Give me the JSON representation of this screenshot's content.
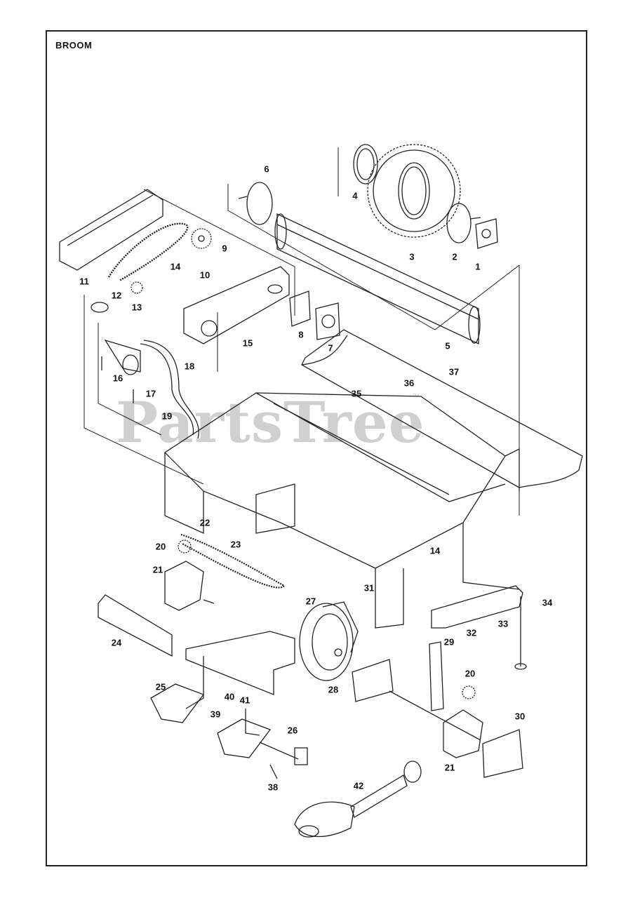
{
  "title": "BROOM",
  "watermark": "PartsTree",
  "watermark_tm": "™",
  "callouts": [
    {
      "id": "c1",
      "text": "1"
    },
    {
      "id": "c2",
      "text": "2"
    },
    {
      "id": "c3",
      "text": "3"
    },
    {
      "id": "c4",
      "text": "4"
    },
    {
      "id": "c5",
      "text": "5"
    },
    {
      "id": "c6",
      "text": "6"
    },
    {
      "id": "c7",
      "text": "7"
    },
    {
      "id": "c8",
      "text": "8"
    },
    {
      "id": "c9",
      "text": "9"
    },
    {
      "id": "c10",
      "text": "10"
    },
    {
      "id": "c11",
      "text": "11"
    },
    {
      "id": "c12",
      "text": "12"
    },
    {
      "id": "c13",
      "text": "13"
    },
    {
      "id": "c14a",
      "text": "14"
    },
    {
      "id": "c14b",
      "text": "14"
    },
    {
      "id": "c15",
      "text": "15"
    },
    {
      "id": "c16",
      "text": "16"
    },
    {
      "id": "c17",
      "text": "17"
    },
    {
      "id": "c18",
      "text": "18"
    },
    {
      "id": "c19",
      "text": "19"
    },
    {
      "id": "c20a",
      "text": "20"
    },
    {
      "id": "c20b",
      "text": "20"
    },
    {
      "id": "c21a",
      "text": "21"
    },
    {
      "id": "c21b",
      "text": "21"
    },
    {
      "id": "c22",
      "text": "22"
    },
    {
      "id": "c23",
      "text": "23"
    },
    {
      "id": "c24",
      "text": "24"
    },
    {
      "id": "c25",
      "text": "25"
    },
    {
      "id": "c26",
      "text": "26"
    },
    {
      "id": "c27",
      "text": "27"
    },
    {
      "id": "c28",
      "text": "28"
    },
    {
      "id": "c29",
      "text": "29"
    },
    {
      "id": "c30",
      "text": "30"
    },
    {
      "id": "c31",
      "text": "31"
    },
    {
      "id": "c32",
      "text": "32"
    },
    {
      "id": "c33",
      "text": "33"
    },
    {
      "id": "c34",
      "text": "34"
    },
    {
      "id": "c35",
      "text": "35"
    },
    {
      "id": "c36",
      "text": "36"
    },
    {
      "id": "c37",
      "text": "37"
    },
    {
      "id": "c38",
      "text": "38"
    },
    {
      "id": "c39",
      "text": "39"
    },
    {
      "id": "c40",
      "text": "40"
    },
    {
      "id": "c41",
      "text": "41"
    },
    {
      "id": "c42",
      "text": "42"
    }
  ]
}
